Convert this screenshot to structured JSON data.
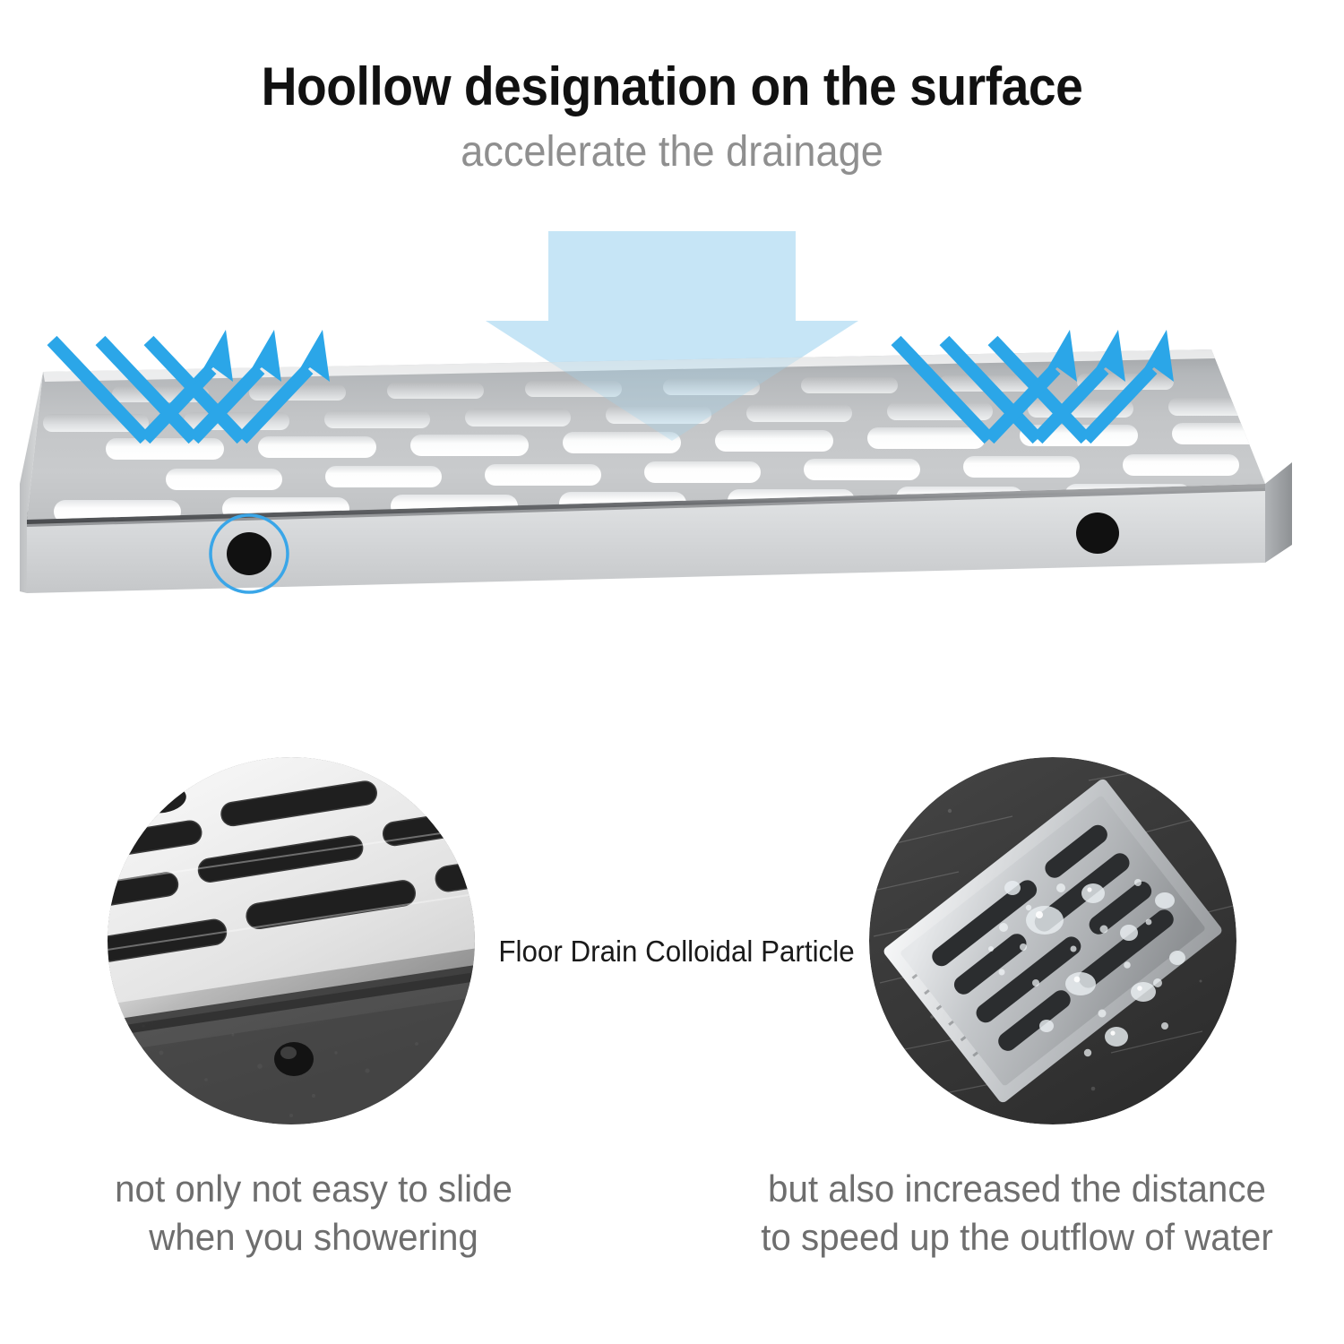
{
  "heading": {
    "title": "Hoollow designation on the surface",
    "subtitle": "accelerate the drainage"
  },
  "hero": {
    "product_name": "linear-shower-floor-drain-grate",
    "down_arrow_name": "water-flow-down-arrow",
    "reflect_arrows_left_name": "reflected-rays-left",
    "reflect_arrows_right_name": "reflected-rays-right",
    "highlight_ring_name": "colloidal-particle-highlight",
    "rubber_foot_left_name": "colloidal-particle-left",
    "rubber_foot_right_name": "colloidal-particle-right",
    "slot_rows": 5,
    "slots_per_row": [
      8,
      7,
      8,
      7,
      7
    ]
  },
  "center_label": "Floor Drain Colloidal Particle",
  "photos": {
    "left": {
      "name": "drain-grate-closeup-photo",
      "alt": "Close-up of stainless steel drain grate slots and black rubber particle"
    },
    "right": {
      "name": "drain-water-beading-photo",
      "alt": "Water droplets beading on installed stainless steel drain on dark stone floor"
    }
  },
  "captions": {
    "left": [
      "not only not easy to slide",
      "when you showering"
    ],
    "right": [
      "but also increased the distance",
      "to speed up the outflow of water"
    ]
  },
  "colors": {
    "title_text": "#111111",
    "subtitle_text": "#8f8f8f",
    "caption_text": "#6e6e6e",
    "center_label_text": "#1a1a1a",
    "ray_blue": "#2ba6e8",
    "flow_arrow_blue": "#d4ecfa",
    "highlight_ring_blue": "#3aa6e8",
    "metal_light": "#d8dadc",
    "metal_mid": "#bcbec0",
    "metal_dark": "#9a9da0",
    "rubber_black": "#111111",
    "background": "#ffffff"
  }
}
